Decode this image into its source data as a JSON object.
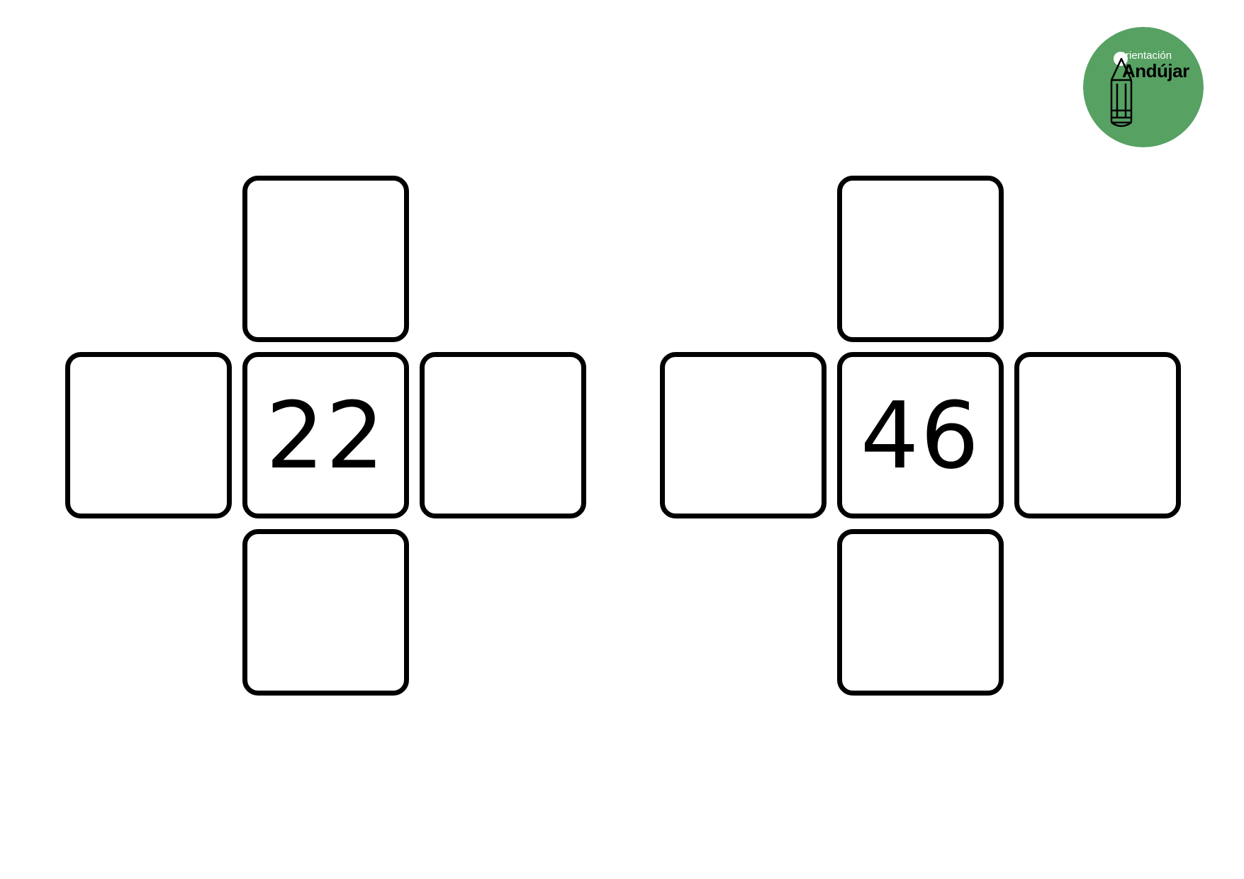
{
  "logo": {
    "line1": "rientación",
    "line2": "Andújar",
    "circle_color": "#57a163"
  },
  "puzzles": [
    {
      "center_value": "22"
    },
    {
      "center_value": "46"
    }
  ]
}
